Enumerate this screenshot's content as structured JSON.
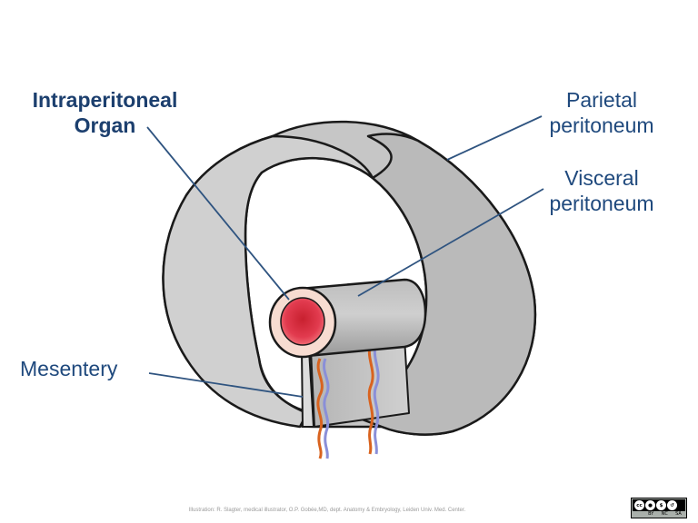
{
  "labels": {
    "intraperitoneal_organ": [
      "Intraperitoneal",
      "Organ"
    ],
    "parietal_peritoneum": [
      "Parietal",
      "peritoneum"
    ],
    "visceral_peritoneum": [
      "Visceral",
      "peritoneum"
    ],
    "mesentery": "Mesentery"
  },
  "credit": "Illustration: R. Slagter, medical illustrator, O.P. Gobée,MD, dept. Anatomy & Embryology, Leiden Univ. Med. Center.",
  "license": {
    "badge": "cc",
    "terms": [
      "BY",
      "NC",
      "SA"
    ]
  },
  "colors": {
    "label_text": "#1f497d",
    "pointer_line": "#2f5480",
    "peritoneum_fill": "#c4c4c4",
    "organ_lumen": "#e23b4f",
    "organ_wall": "#f7dcd1",
    "artery": "#d9631f",
    "vein": "#8a8fd8"
  }
}
